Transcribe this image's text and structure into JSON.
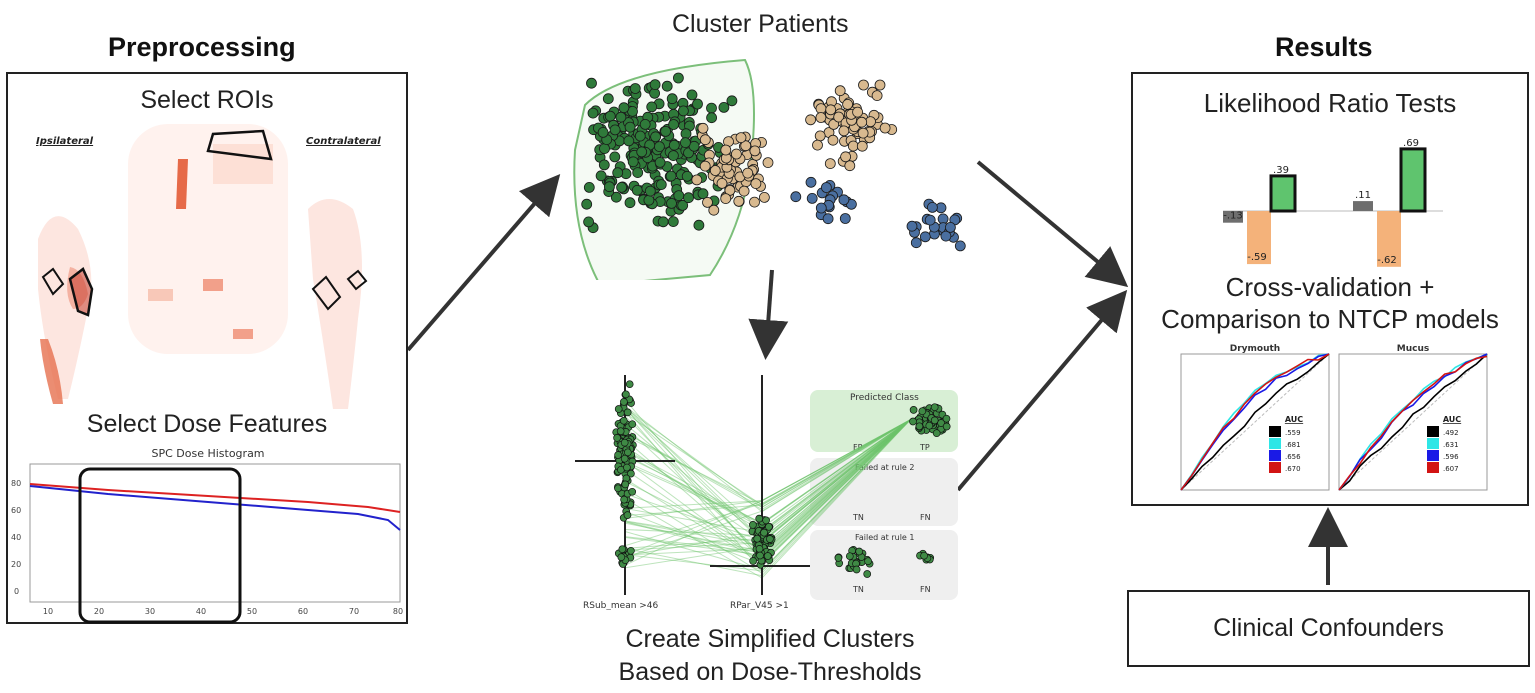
{
  "preprocessing": {
    "title": "Preprocessing",
    "select_rois": "Select ROIs",
    "ipsilateral": "Ipsilateral",
    "contralateral": "Contralateral",
    "select_dose": "Select Dose Features",
    "histogram": {
      "title": "SPC Dose Histogram",
      "x_ticks": [
        "10",
        "20",
        "30",
        "40",
        "50",
        "60",
        "70",
        "80"
      ],
      "y_ticks": [
        "80",
        "60",
        "40",
        "20",
        "0"
      ]
    }
  },
  "cluster": {
    "title": "Cluster Patients",
    "colors": {
      "green": "#2f7a3a",
      "tan": "#d8b98f",
      "blue": "#4a6fa0"
    }
  },
  "simplified": {
    "line1": "Create Simplified Clusters",
    "line2": "Based on Dose-Thresholds",
    "axis1": "RSub_mean >46",
    "axis2": "RPar_V45 >1",
    "predicted_class": "Predicted Class",
    "fp": "FP",
    "tp": "TP",
    "failed_rule2": "Failed at rule 2",
    "failed_rule1": "Failed at rule 1",
    "tn": "TN",
    "fn": "FN"
  },
  "results": {
    "title": "Results",
    "lrt_title": "Likelihood Ratio Tests",
    "chart_data": {
      "type": "bar",
      "groups": [
        {
          "labels": [
            "-.13",
            "-.59",
            ".39"
          ],
          "values": [
            -0.13,
            -0.59,
            0.39
          ]
        },
        {
          "labels": [
            ".11",
            "-.62",
            ".69"
          ],
          "values": [
            0.11,
            -0.62,
            0.69
          ]
        }
      ],
      "colors": [
        "#6e6e6e",
        "#f4b27a",
        "#5fc46e"
      ]
    },
    "cv_line1": "Cross-validation +",
    "cv_line2": "Comparison to NTCP models",
    "roc": [
      {
        "title": "Drymouth",
        "auc_label": "AUC",
        "auc": [
          ".559",
          ".681",
          ".656",
          ".670"
        ]
      },
      {
        "title": "Mucus",
        "auc_label": "AUC",
        "auc": [
          ".492",
          ".631",
          ".596",
          ".607"
        ]
      }
    ],
    "roc_colors": [
      "#000000",
      "#2ee6e6",
      "#1a1ae6",
      "#d21414"
    ]
  },
  "confounders": {
    "label": "Clinical Confounders"
  }
}
